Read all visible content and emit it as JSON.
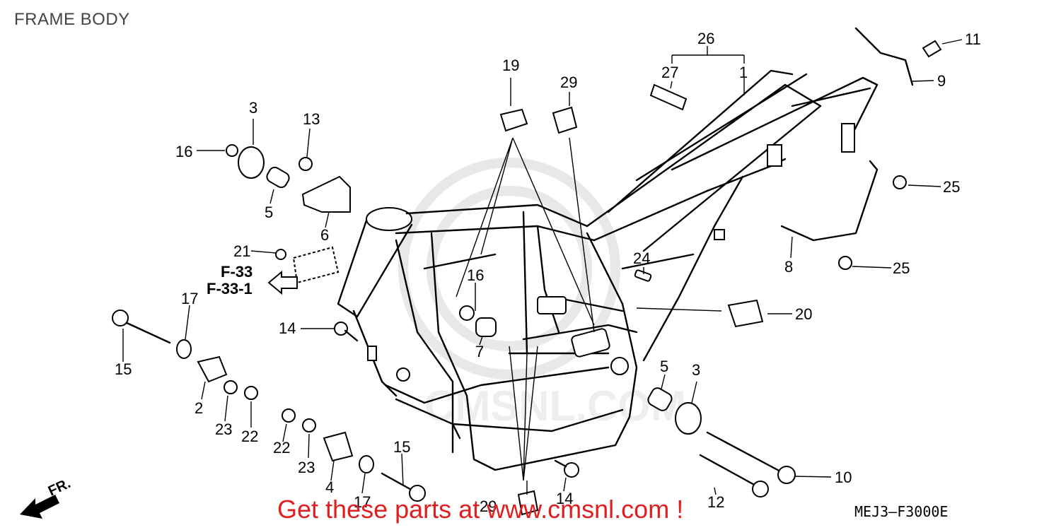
{
  "title": "FRAME BODY",
  "drawing_code": "MEJ3—F3000E",
  "cta": "Get these parts at www.cmsnl.com !",
  "watermark_text": "CMSNL.COM",
  "ref_arrow": {
    "line1": "F-33",
    "line2": "F-33-1"
  },
  "front_marker": "FR.",
  "callouts": {
    "c26": "26",
    "c27": "27",
    "c1": "1",
    "c11": "11",
    "c9": "9",
    "c19": "19",
    "c29a": "29",
    "c3a": "3",
    "c13": "13",
    "c16a": "16",
    "c5a": "5",
    "c6": "6",
    "c21": "21",
    "c25a": "25",
    "c25b": "25",
    "c8": "8",
    "c24": "24",
    "c16b": "16",
    "c7": "7",
    "c17a": "17",
    "c14a": "14",
    "c15a": "15",
    "c20": "20",
    "c2": "2",
    "c23a": "23",
    "c22a": "22",
    "c5b": "5",
    "c3b": "3",
    "c22b": "22",
    "c23b": "23",
    "c15b": "15",
    "c4": "4",
    "c17b": "17",
    "c29b": "29",
    "c14b": "14",
    "c12": "12",
    "c10": "10"
  }
}
